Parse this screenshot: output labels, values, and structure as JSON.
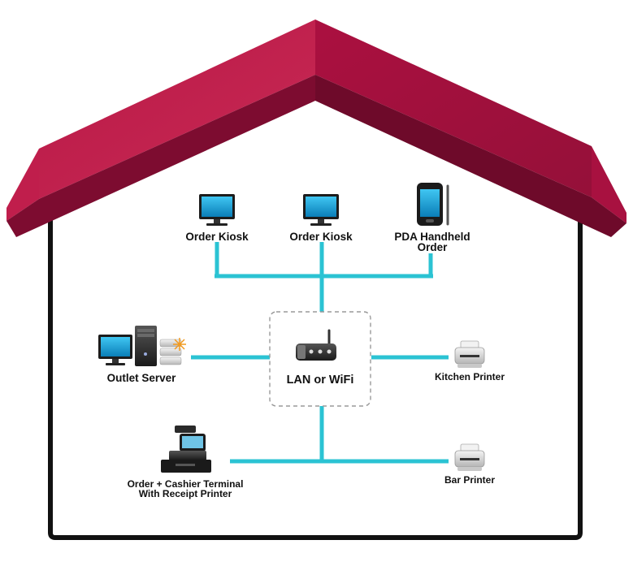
{
  "nodes": {
    "kiosk_1": {
      "label": "Order Kiosk",
      "icon": "monitor-icon"
    },
    "kiosk_2": {
      "label": "Order Kiosk",
      "icon": "monitor-icon"
    },
    "pda": {
      "label_line1": "PDA Handheld",
      "label_line2": "Order",
      "icon": "pda-handheld-icon"
    },
    "hub": {
      "label": "LAN or WiFi",
      "icon": "router-icon"
    },
    "server": {
      "label": "Outlet Server",
      "icon": "server-stack-icon"
    },
    "kitchen_printer": {
      "label": "Kitchen Printer",
      "icon": "printer-icon"
    },
    "terminal": {
      "label_line1": "Order + Cashier Terminal",
      "label_line2": "With Receipt Printer",
      "icon": "pos-terminal-icon"
    },
    "bar_printer": {
      "label": "Bar Printer",
      "icon": "printer-icon"
    }
  },
  "colors": {
    "roof_top": "#c4224f",
    "roof_side": "#8a0f35",
    "wall": "#111111",
    "connector": "#2bc3d3",
    "hub_border": "#9a9a9a",
    "screen": "#1aa3d9"
  }
}
